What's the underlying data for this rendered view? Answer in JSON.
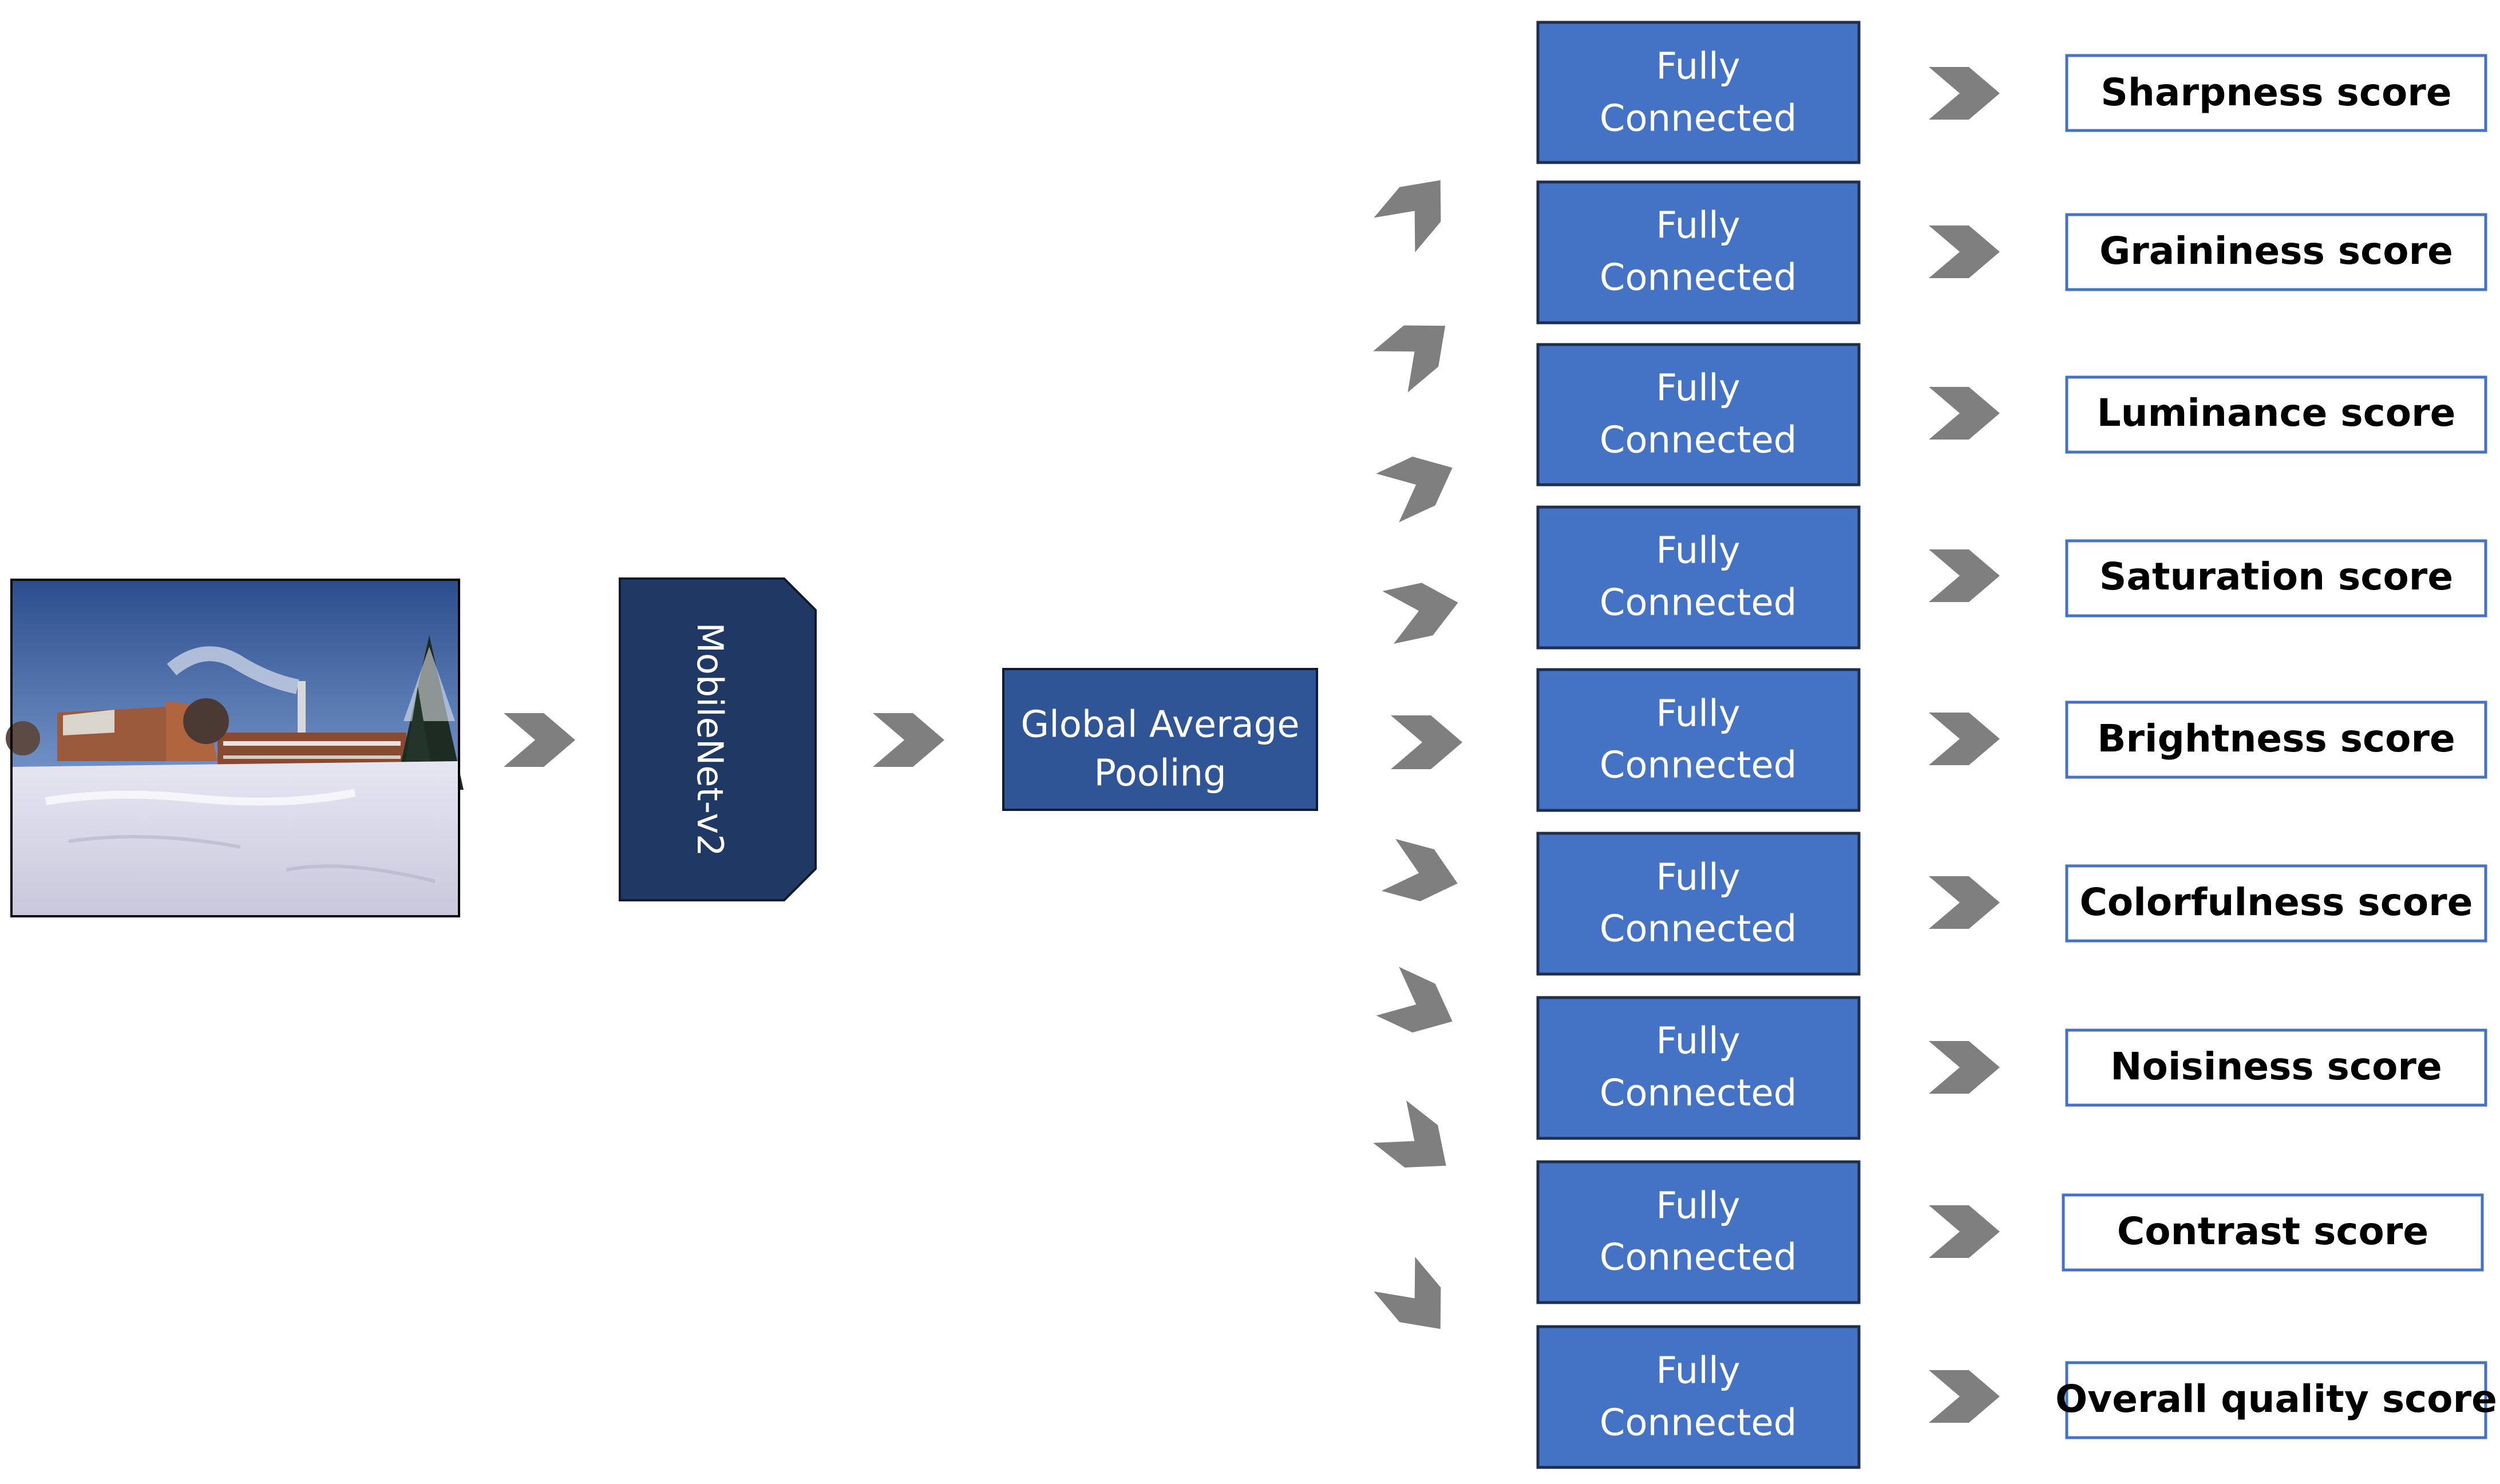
{
  "input_image": {
    "icon": "snowy-campus-photo",
    "description_visible": ""
  },
  "backbone": {
    "label": "MobileNet-v2"
  },
  "pooling": {
    "line1": "Global Average",
    "line2": "Pooling"
  },
  "heads": [
    {
      "line1": "Fully",
      "line2": "Connected",
      "score": "Sharpness score"
    },
    {
      "line1": "Fully",
      "line2": "Connected",
      "score": "Graininess score"
    },
    {
      "line1": "Fully",
      "line2": "Connected",
      "score": "Luminance score"
    },
    {
      "line1": "Fully",
      "line2": "Connected",
      "score": "Saturation score"
    },
    {
      "line1": "Fully",
      "line2": "Connected",
      "score": "Brightness score"
    },
    {
      "line1": "Fully",
      "line2": "Connected",
      "score": "Colorfulness score"
    },
    {
      "line1": "Fully",
      "line2": "Connected",
      "score": "Noisiness score"
    },
    {
      "line1": "Fully",
      "line2": "Connected",
      "score": "Contrast score"
    },
    {
      "line1": "Fully",
      "line2": "Connected",
      "score": "Overall quality score"
    }
  ],
  "colors": {
    "fc_fill": "#4472c4",
    "fc_border": "#1f2e4a",
    "backbone_fill": "#203864",
    "pooling_fill": "#2f5597",
    "arrow": "#7f7f7f",
    "score_border": "#4472c4"
  }
}
